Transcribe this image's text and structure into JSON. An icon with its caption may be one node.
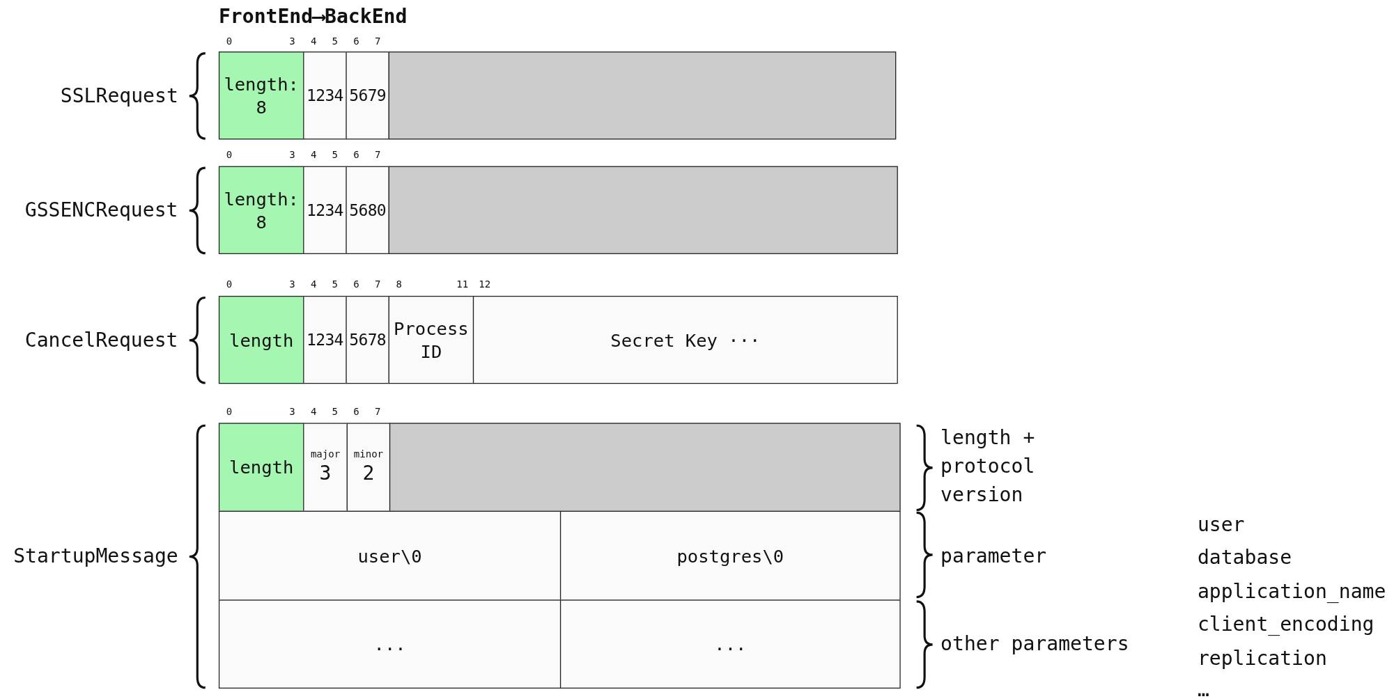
{
  "diagram": {
    "title": "FrontEnd⟶BackEnd",
    "nodes": [
      {
        "text": [
          "length: 8"
        ]
      },
      {
        "text": [
          "1234"
        ]
      },
      {
        "text": [
          "5679"
        ]
      },
      {
        "text": [],
        "shape": "box"
      },
      {
        "text": [
          "length: 8"
        ]
      },
      {
        "text": [
          "1234"
        ]
      },
      {
        "text": [
          "5680"
        ]
      },
      {
        "text": [],
        "shape": "box"
      },
      {
        "text": [
          "length"
        ]
      },
      {
        "text": [
          "1234"
        ]
      },
      {
        "text": [
          "5678"
        ]
      },
      {
        "text": [
          "Process ID"
        ]
      },
      {
        "text": [
          "Secret Key ···"
        ]
      },
      {
        "text": [
          "length"
        ]
      },
      {
        "text": [
          "major",
          "3"
        ]
      },
      {
        "text": [
          "minor",
          "2"
        ]
      },
      {
        "text": [],
        "shape": "box"
      },
      {
        "text": [
          "user\\0"
        ]
      },
      {
        "text": [
          "postgres\\0"
        ]
      },
      {
        "text": [
          "..."
        ]
      },
      {
        "text": [
          "..."
        ]
      }
    ],
    "labels": [
      "0",
      "3",
      "4",
      "5",
      "6",
      "7",
      "SSLRequest",
      "0",
      "3",
      "4",
      "5",
      "6",
      "7",
      "GSSENCRequest",
      "0",
      "3",
      "4",
      "5",
      "6",
      "7",
      "8",
      "11",
      "12",
      "CancelRequest",
      "0",
      "3",
      "4",
      "5",
      "6",
      "7",
      "StartupMessage",
      "length + protocol version",
      "parameter",
      "other parameters",
      "user",
      "database",
      "application_name",
      "client_encoding",
      "replication",
      "…"
    ]
  }
}
